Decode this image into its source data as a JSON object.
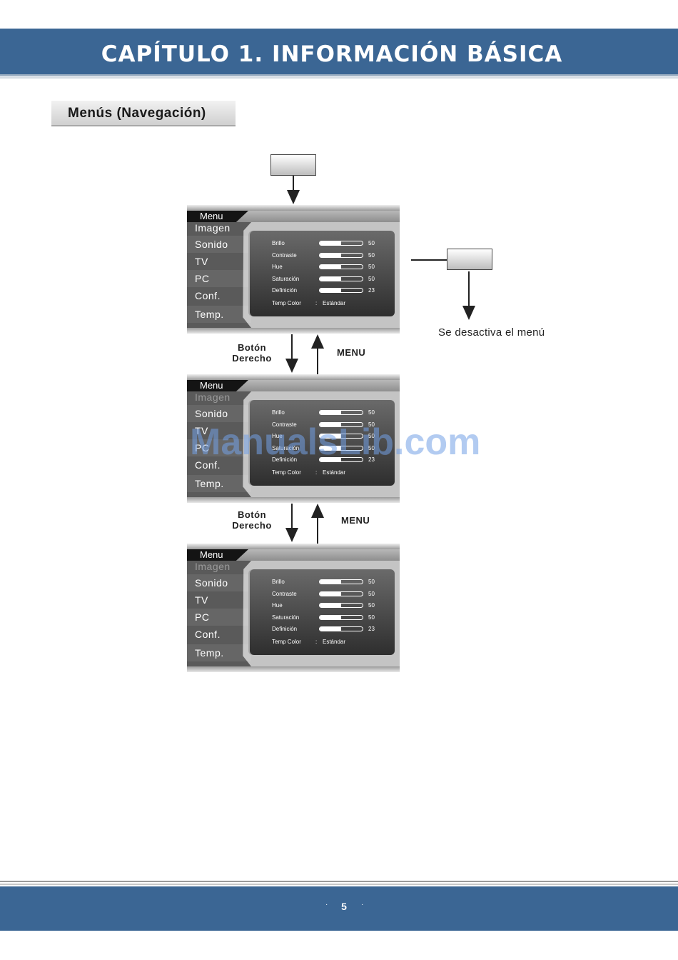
{
  "header": {
    "chapter_title": "CAPÍTULO 1. INFORMACIÓN BÁSICA"
  },
  "section": {
    "title": "Menús (Navegación)"
  },
  "diagram": {
    "nav_label_right": "Botón\nDerecho",
    "nav_label_menu": "MENU",
    "off_text": "Se desactiva el menú"
  },
  "screens": [
    {
      "tab": "Menu",
      "items": [
        "Imagen",
        "Sonido",
        "TV",
        "PC",
        "Conf.",
        "Temp."
      ],
      "rows": [
        {
          "label": "Brillo",
          "value": "50",
          "level": 0.5
        },
        {
          "label": "Contraste",
          "value": "50",
          "level": 0.5
        },
        {
          "label": "Hue",
          "value": "50",
          "level": 0.5
        },
        {
          "label": "Saturación",
          "value": "50",
          "level": 0.5
        },
        {
          "label": "Definición",
          "value": "23",
          "level": 0.5
        }
      ],
      "temp_color": {
        "label": "Temp Color",
        "sep": ":",
        "value": "Estándar"
      }
    },
    {
      "tab": "Menu",
      "items": [
        "Imagen",
        "Sonido",
        "TV",
        "PC",
        "Conf.",
        "Temp."
      ],
      "rows": [
        {
          "label": "Brillo",
          "value": "50",
          "level": 0.5
        },
        {
          "label": "Contraste",
          "value": "50",
          "level": 0.5
        },
        {
          "label": "Hue",
          "value": "50",
          "level": 0.5
        },
        {
          "label": "Saturación",
          "value": "50",
          "level": 0.5
        },
        {
          "label": "Definición",
          "value": "23",
          "level": 0.5
        }
      ],
      "temp_color": {
        "label": "Temp Color",
        "sep": ":",
        "value": "Estándar"
      }
    },
    {
      "tab": "Menu",
      "items": [
        "Imagen",
        "Sonido",
        "TV",
        "PC",
        "Conf.",
        "Temp."
      ],
      "rows": [
        {
          "label": "Brillo",
          "value": "50",
          "level": 0.5
        },
        {
          "label": "Contraste",
          "value": "50",
          "level": 0.5
        },
        {
          "label": "Hue",
          "value": "50",
          "level": 0.5
        },
        {
          "label": "Saturación",
          "value": "50",
          "level": 0.5
        },
        {
          "label": "Definición",
          "value": "23",
          "level": 0.5
        }
      ],
      "temp_color": {
        "label": "Temp Color",
        "sep": ":",
        "value": "Estándar"
      }
    }
  ],
  "watermark": "ManualsLib.com",
  "footer": {
    "page_number": "5",
    "dot": "·"
  }
}
